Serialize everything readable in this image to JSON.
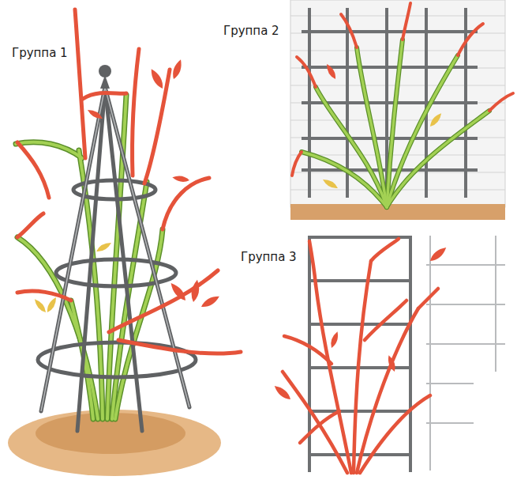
{
  "diagram": {
    "labels": [
      "Группа 1",
      "Группа 2",
      "Группа 3"
    ]
  }
}
